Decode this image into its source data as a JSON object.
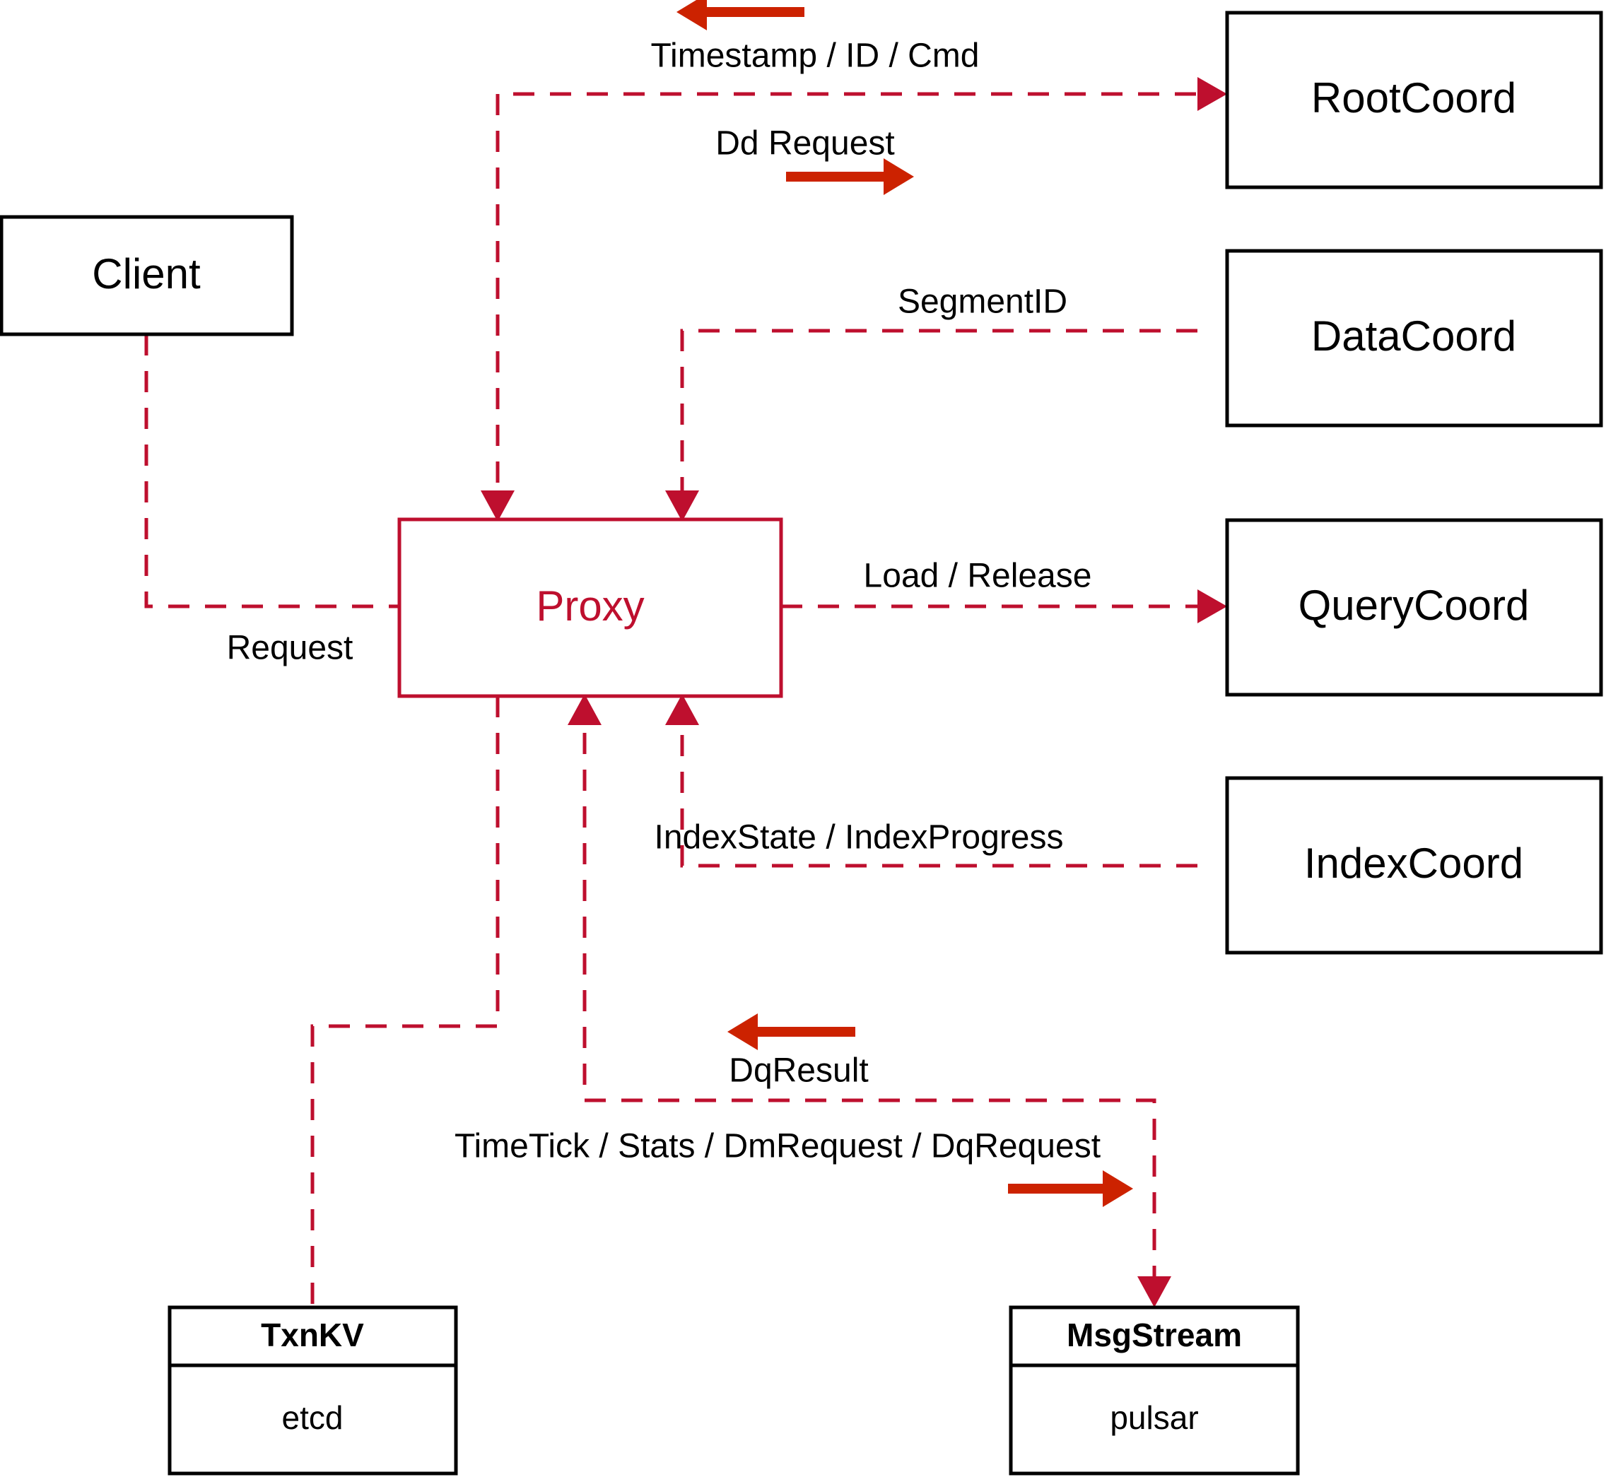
{
  "diagram": {
    "title": "Milvus Proxy interaction diagram",
    "accent_color": "#BE0F2E",
    "arrow_color": "#CC2200",
    "node_border_color": "#000000",
    "background_color": "#FFFFFF"
  },
  "nodes": {
    "client": {
      "label": "Client"
    },
    "proxy": {
      "label": "Proxy"
    },
    "root_coord": {
      "label": "RootCoord"
    },
    "data_coord": {
      "label": "DataCoord"
    },
    "query_coord": {
      "label": "QueryCoord"
    },
    "index_coord": {
      "label": "IndexCoord"
    },
    "txnkv": {
      "title": "TxnKV",
      "impl": "etcd"
    },
    "msgstream": {
      "title": "MsgStream",
      "impl": "pulsar"
    }
  },
  "edges": [
    {
      "id": "timestamp-id-cmd",
      "label": "Timestamp / ID / Cmd",
      "from": "RootCoord",
      "to": "Proxy",
      "direction": "left"
    },
    {
      "id": "dd-request",
      "label": "Dd Request",
      "from": "Proxy",
      "to": "RootCoord",
      "direction": "right"
    },
    {
      "id": "segment-id",
      "label": "SegmentID",
      "from": "DataCoord",
      "to": "Proxy",
      "direction": "left"
    },
    {
      "id": "load-release",
      "label": "Load / Release",
      "from": "Proxy",
      "to": "QueryCoord",
      "direction": "right"
    },
    {
      "id": "index-state",
      "label": "IndexState / IndexProgress",
      "from": "IndexCoord",
      "to": "Proxy",
      "direction": "left"
    },
    {
      "id": "request",
      "label": "Request",
      "from": "Client",
      "to": "Proxy",
      "direction": "right"
    },
    {
      "id": "dq-result",
      "label": "DqResult",
      "from": "MsgStream",
      "to": "Proxy",
      "direction": "left"
    },
    {
      "id": "timetick-stats",
      "label": "TimeTick / Stats / DmRequest / DqRequest",
      "from": "Proxy",
      "to": "MsgStream",
      "direction": "right"
    },
    {
      "id": "txnkv-link",
      "label": "",
      "from": "Proxy",
      "to": "TxnKV",
      "direction": "none"
    }
  ],
  "edge_labels": {
    "timestamp_id_cmd": "Timestamp / ID / Cmd",
    "dd_request": "Dd Request",
    "segment_id": "SegmentID",
    "load_release": "Load / Release",
    "index_state": "IndexState / IndexProgress",
    "request": "Request",
    "dq_result": "DqResult",
    "timetick_stats": "TimeTick / Stats / DmRequest / DqRequest"
  }
}
